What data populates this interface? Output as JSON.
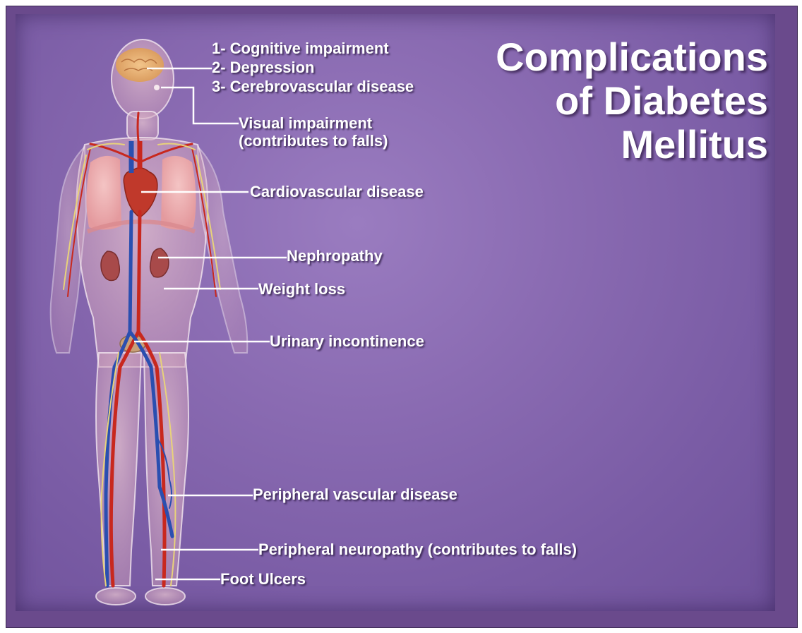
{
  "title": {
    "line1": "Complications",
    "line2": "of Diabetes",
    "line3": "Mellitus"
  },
  "labels": {
    "brain_1": "1- Cognitive impairment",
    "brain_2": "2- Depression",
    "brain_3": "3- Cerebrovascular disease",
    "visual_1": "Visual impairment",
    "visual_2": "(contributes to falls)",
    "cardio": "Cardiovascular disease",
    "nephro": "Nephropathy",
    "weight": "Weight loss",
    "urinary": "Urinary incontinence",
    "pvd": "Peripheral vascular disease",
    "neuro": "Peripheral neuropathy (contributes to falls)",
    "foot": "Foot Ulcers"
  },
  "colors": {
    "background": "#8a6bb2",
    "frame": "#6a4a8c",
    "text": "#ffffff",
    "artery": "#c8281e",
    "vein": "#2a4fb0",
    "nerve": "#e8d27a"
  }
}
